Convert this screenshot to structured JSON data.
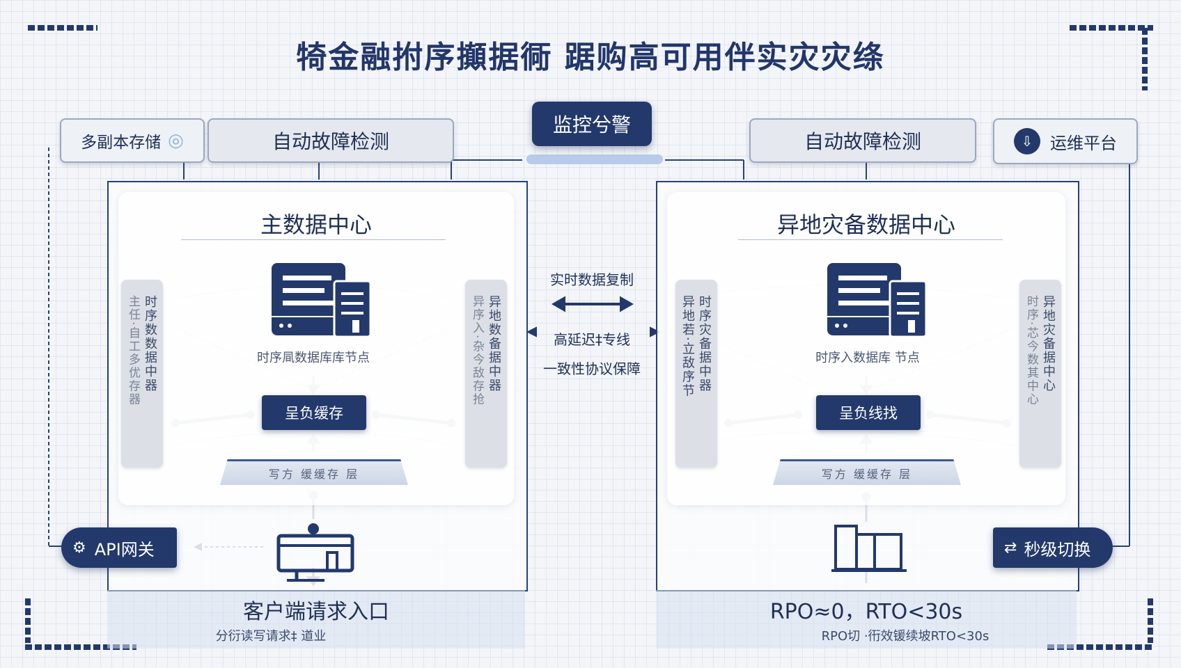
{
  "title": "犄金融拊序攧据衕 踞购高可用伴实灾灾绦",
  "top": {
    "left_storage": "多副本存储",
    "left_detect": "自动故障检测",
    "monitor": "监控兮警",
    "right_detect": "自动故障检测",
    "ops": "运维平台"
  },
  "primary": {
    "title": "主数据中心",
    "left_bar_col1": "主任·自工多优存器",
    "left_bar_col2": "时序数数据中器",
    "right_bar_col1": "异序入·杂今敌存抢",
    "right_bar_col2": "异地数备据中器",
    "node_label": "时序凬数据库库节点",
    "cache": "呈负缓存",
    "layer": "写方 缓缓存 层"
  },
  "middle": {
    "replication": "实时数据复制",
    "link": "高延迟‡专线",
    "consistency": "一致性协议保障"
  },
  "dr": {
    "title": "异地灾备数据中心",
    "left_bar_col1": "异地若·立敌序节",
    "left_bar_col2": "时序灾备据中器",
    "right_bar_col1": "时序·芯今数其中心",
    "right_bar_col2": "异地灾备据中心",
    "node_label": "时序入数据库 节点",
    "cache": "呈负线找",
    "layer": "写方 缓缓存 层"
  },
  "api_gateway": "API网关",
  "switch": "秒级切换",
  "bottom": {
    "left_main": "客户端请求入口",
    "left_sub": "分衍读写请求‡ 道业",
    "right_main": "RPO≈0，RTO<30s",
    "right_sub": "RPO切 ·衎效锾续坡RTO<30s"
  },
  "icons": {
    "storage": "swirl-icon",
    "ops": "download-icon",
    "api": "gear-icon",
    "switch": "switch-icon",
    "server": "server-icon",
    "client": "monitor-icon"
  },
  "colors": {
    "navy": "#23396b",
    "panel_border": "#27407a",
    "light_pill": "#eef1f6"
  }
}
